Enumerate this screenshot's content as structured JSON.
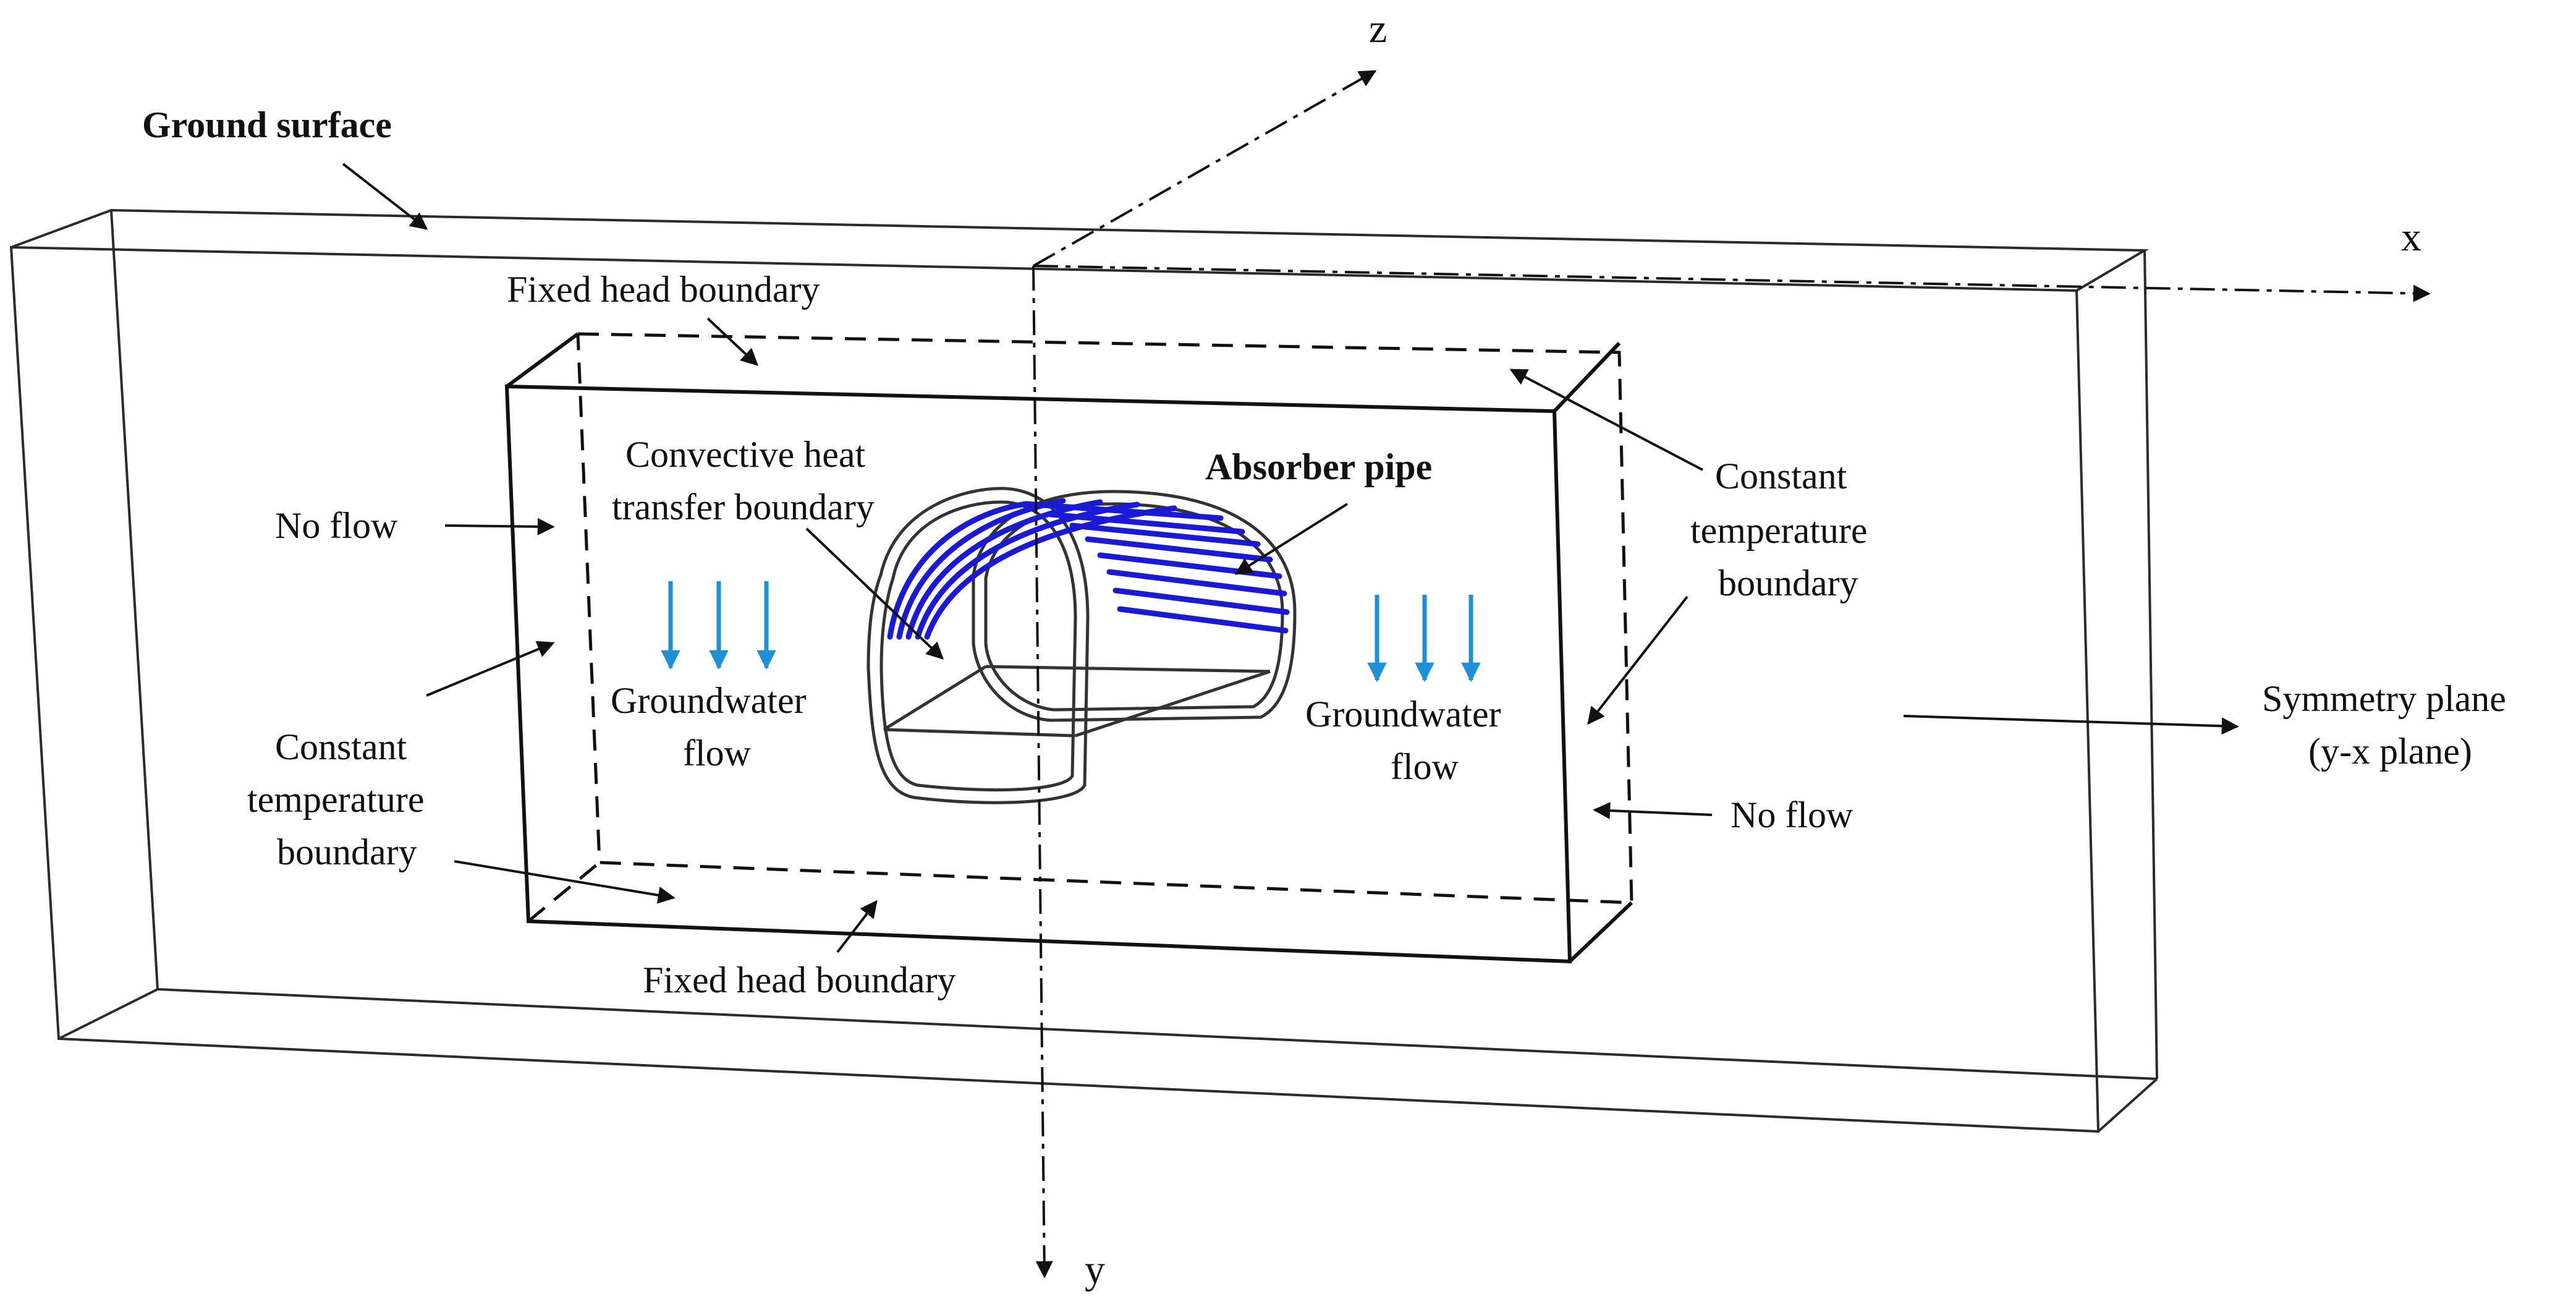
{
  "colors": {
    "line": "#2b2b2b",
    "pipe": "#1a1ad6",
    "flow_arrow": "#1e90d6"
  },
  "axes": {
    "z": "z",
    "x": "x",
    "y": "y"
  },
  "labels": {
    "ground_surface": "Ground surface",
    "fixed_head_top": "Fixed head boundary",
    "fixed_head_bottom": "Fixed head boundary",
    "convective_line1": "Convective heat",
    "convective_line2": "transfer boundary",
    "absorber_pipe": "Absorber pipe",
    "constant_temp_right_1": "Constant",
    "constant_temp_right_2": "temperature",
    "constant_temp_right_3": "boundary",
    "no_flow_left": "No flow",
    "no_flow_right": "No flow",
    "groundwater_left_1": "Groundwater",
    "groundwater_left_2": "flow",
    "groundwater_right_1": "Groundwater",
    "groundwater_right_2": "flow",
    "constant_temp_left_1": "Constant",
    "constant_temp_left_2": "temperature",
    "constant_temp_left_3": "boundary",
    "symmetry_1": "Symmetry plane",
    "symmetry_2": "(y-x plane)"
  }
}
